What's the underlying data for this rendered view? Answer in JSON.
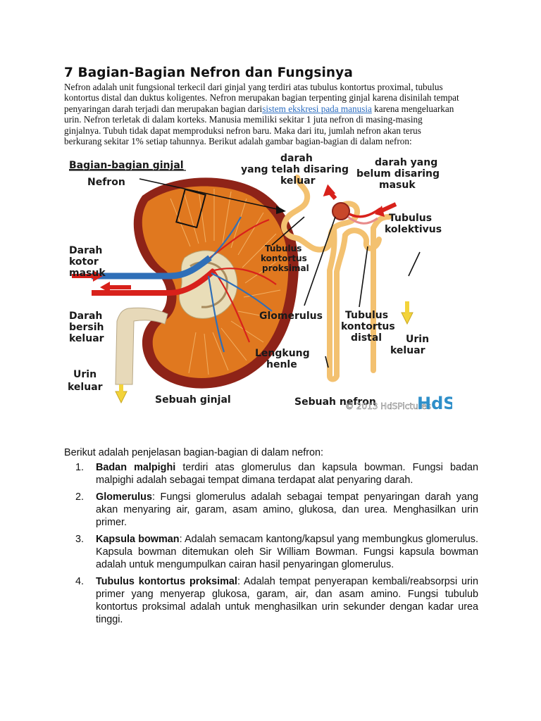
{
  "article": {
    "title": "7 Bagian-Bagian Nefron dan Fungsinya",
    "intro_lines": [
      "Nefron adalah unit fungsional terkecil dari ginjal yang terdiri atas tubulus kontortus proximal, tubulus",
      "kontortus distal dan duktus koligentes. Nefron merupakan bagian terpenting ginjal karena disinilah tempat",
      "penyaringan darah terjadi dan merupakan bagian dari",
      "urin. Nefron terletak di dalam korteks. Manusia memiliki sekitar 1 juta nefron di masing-masing",
      "ginjalnya. Tubuh tidak dapat memproduksi nefron baru. Maka dari itu, jumlah nefron akan terus",
      "berkurang sekitar 1% setiap tahunnya. Berikut adalah gambar bagian-bagian di dalam nefron:"
    ],
    "intro_link": "sistem ekskresi pada manusia",
    "intro_after_link": " karena mengeluarkan"
  },
  "figure": {
    "heading": "Bagian-bagian ginjal",
    "labels": {
      "nefron": "Nefron",
      "darah_kotor": [
        "Darah",
        "kotor",
        "masuk"
      ],
      "darah_bersih": [
        "Darah",
        "bersih",
        "keluar"
      ],
      "urin_kiri": [
        "Urin",
        "keluar"
      ],
      "sebuah_ginjal": "Sebuah ginjal",
      "darah_disaring": [
        "darah",
        "yang telah disaring",
        "keluar"
      ],
      "darah_belum": [
        "darah yang",
        "belum disaring",
        "masuk"
      ],
      "tubulus_kolektivus": [
        "Tubulus",
        "kolektivus"
      ],
      "tubulus_proksimal": [
        "Tubulus",
        "kontortus",
        "proksimal"
      ],
      "glomerulus": "Glomerulus",
      "tubulus_distal": [
        "Tubulus",
        "kontortus",
        "distal"
      ],
      "urin_kanan": [
        "Urin",
        "keluar"
      ],
      "lengkung_henle": [
        "Lengkung",
        "henle"
      ],
      "sebuah_nefron": "Sebuah nefron",
      "watermark": "© 2013 HdSPictures",
      "logo": "HdS"
    },
    "colors": {
      "kidney_outer": "#8e2318",
      "cortex": "#e0781f",
      "ureter": "#e7d9b9",
      "artery": "#d8211b",
      "vein": "#2f6fb8",
      "tubule": "#f3c170",
      "arrow_red": "#d8211b",
      "arrow_yellow": "#f3d33a",
      "logo_blue": "#2f8fc9"
    }
  },
  "explanation": {
    "lead": "Berikut adalah penjelasan bagian-bagian di dalam nefron:",
    "items": [
      {
        "number": "1.",
        "term": "Badan malpighi",
        "text": " terdiri atas glomerulus dan kapsula bowman. Fungsi badan malpighi adalah sebagai tempat dimana terdapat alat penyaring darah."
      },
      {
        "number": "2.",
        "term": "Glomerulus",
        "text": ": Fungsi glomerulus adalah sebagai tempat penyaringan darah yang akan menyaring air, garam, asam amino, glukosa, dan urea. Menghasilkan urin primer."
      },
      {
        "number": "3.",
        "term": "Kapsula bowman",
        "text": ": Adalah semacam kantong/kapsul yang membungkus glomerulus. Kapsula bowman ditemukan oleh Sir William Bowman. Fungsi kapsula bowman adalah untuk mengumpulkan cairan hasil penyaringan glomerulus."
      },
      {
        "number": "4.",
        "term": "Tubulus kontortus proksimal",
        "text": ": Adalah tempat penyerapan kembali/reabsorpsi urin primer yang menyerap glukosa, garam, air, dan asam amino. Fungsi tubulub kontortus proksimal adalah untuk menghasilkan urin sekunder dengan kadar urea tinggi."
      }
    ]
  }
}
